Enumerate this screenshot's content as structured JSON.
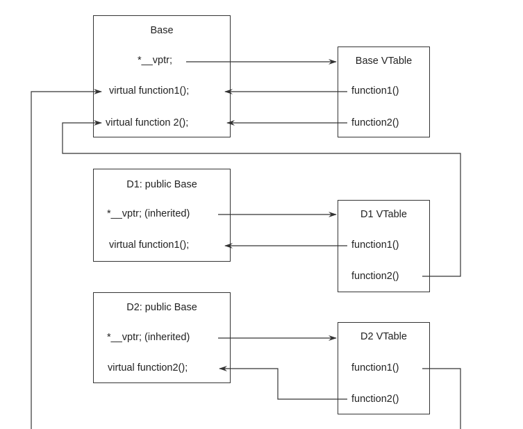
{
  "colors": {
    "line": "#333333",
    "text": "#222222",
    "background": "#ffffff"
  },
  "base": {
    "title": "Base",
    "vptr": "*__vptr;",
    "f1": "virtual function1();",
    "f2": "virtual function 2();"
  },
  "base_vtable": {
    "title": "Base VTable",
    "f1": "function1()",
    "f2": "function2()"
  },
  "d1": {
    "title": "D1: public Base",
    "vptr": "*__vptr; (inherited)",
    "f1": "virtual function1();"
  },
  "d1_vtable": {
    "title": "D1 VTable",
    "f1": "function1()",
    "f2": "function2()"
  },
  "d2": {
    "title": "D2: public Base",
    "vptr": "*__vptr; (inherited)",
    "f2": "virtual function2();"
  },
  "d2_vtable": {
    "title": "D2 VTable",
    "f1": "function1()",
    "f2": "function2()"
  }
}
